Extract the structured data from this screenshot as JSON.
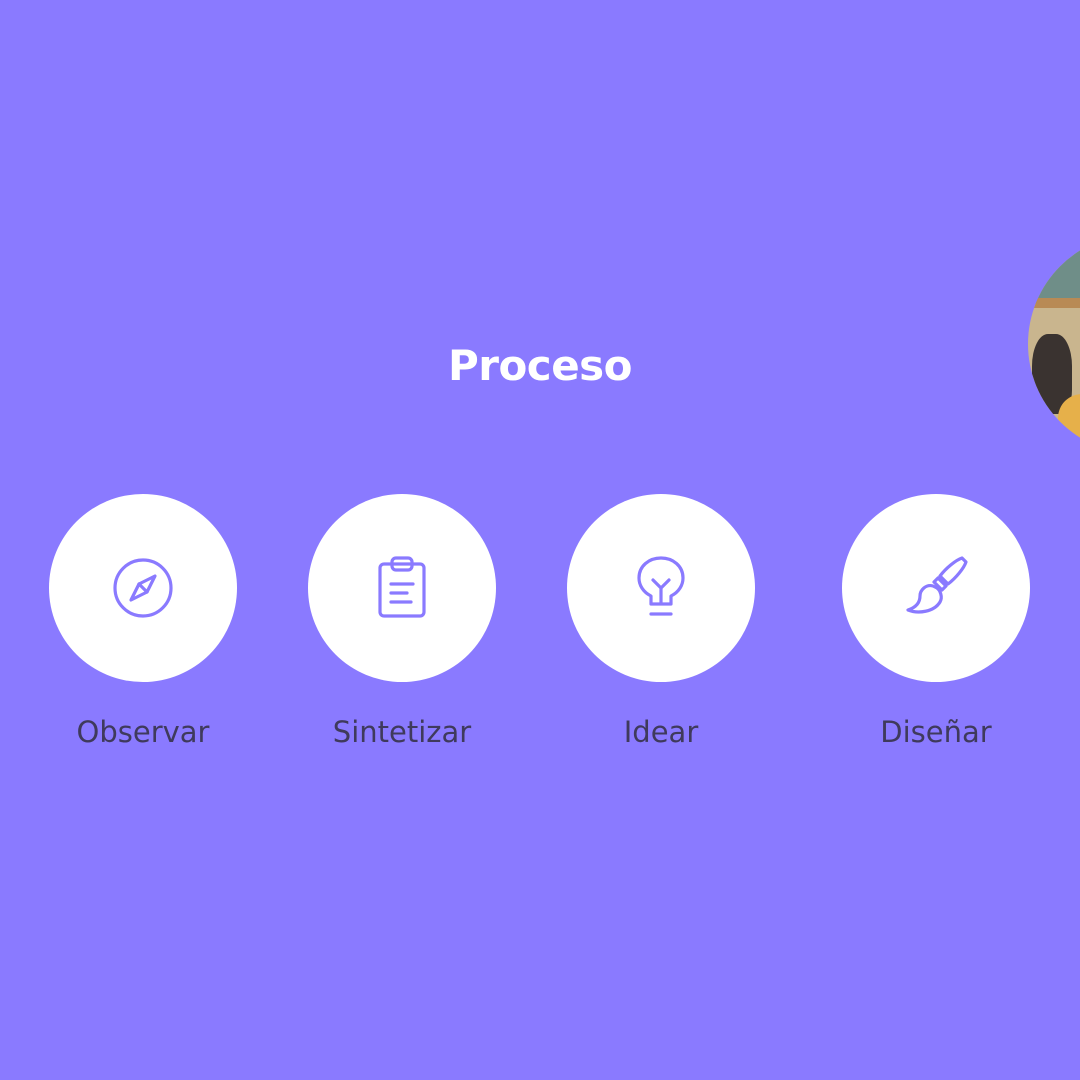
{
  "title": "Proceso",
  "colors": {
    "background": "#8A7AFF",
    "circle": "#FFFFFF",
    "icon": "#8A7AFF",
    "label": "#3F3A5C",
    "title": "#FFFFFF"
  },
  "steps": [
    {
      "label": "Observar",
      "icon": "compass-icon"
    },
    {
      "label": "Sintetizar",
      "icon": "clipboard-icon"
    },
    {
      "label": "Idear",
      "icon": "lightbulb-icon"
    },
    {
      "label": "Diseñar",
      "icon": "paintbrush-icon"
    }
  ],
  "photo": {
    "description_icon": "photo-thumbnail"
  }
}
